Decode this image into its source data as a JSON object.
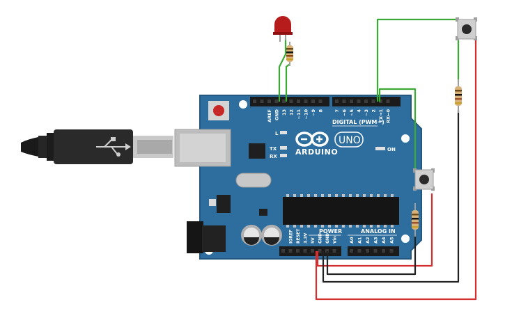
{
  "board": {
    "pin_labels_digital": [
      "AREF",
      "GND",
      "13",
      "12",
      "~11",
      "~10",
      "~9",
      "8",
      "7",
      "~6",
      "~5",
      "4",
      "~3",
      "2",
      "TX→1",
      "RX←0"
    ],
    "pin_labels_power": [
      "IOREF",
      "RESET",
      "3.3V",
      "5V",
      "GND",
      "GND",
      "Vin"
    ],
    "pin_labels_analog": [
      "A0",
      "A1",
      "A2",
      "A3",
      "A4",
      "A5"
    ],
    "digital_header_label": "DIGITAL (PWM~)",
    "power_label": "POWER",
    "analog_label": "ANALOG IN",
    "brand": "ARDUINO",
    "model": "UNO",
    "led_l": "L",
    "led_tx": "TX",
    "led_rx": "RX",
    "on_label": "ON"
  },
  "colors": {
    "board": "#2e6e9e",
    "board_edge": "#24587f",
    "wire_green": "#3aaa35",
    "wire_red": "#d32f2f",
    "wire_black": "#222222",
    "led_red": "#b71c1c"
  }
}
